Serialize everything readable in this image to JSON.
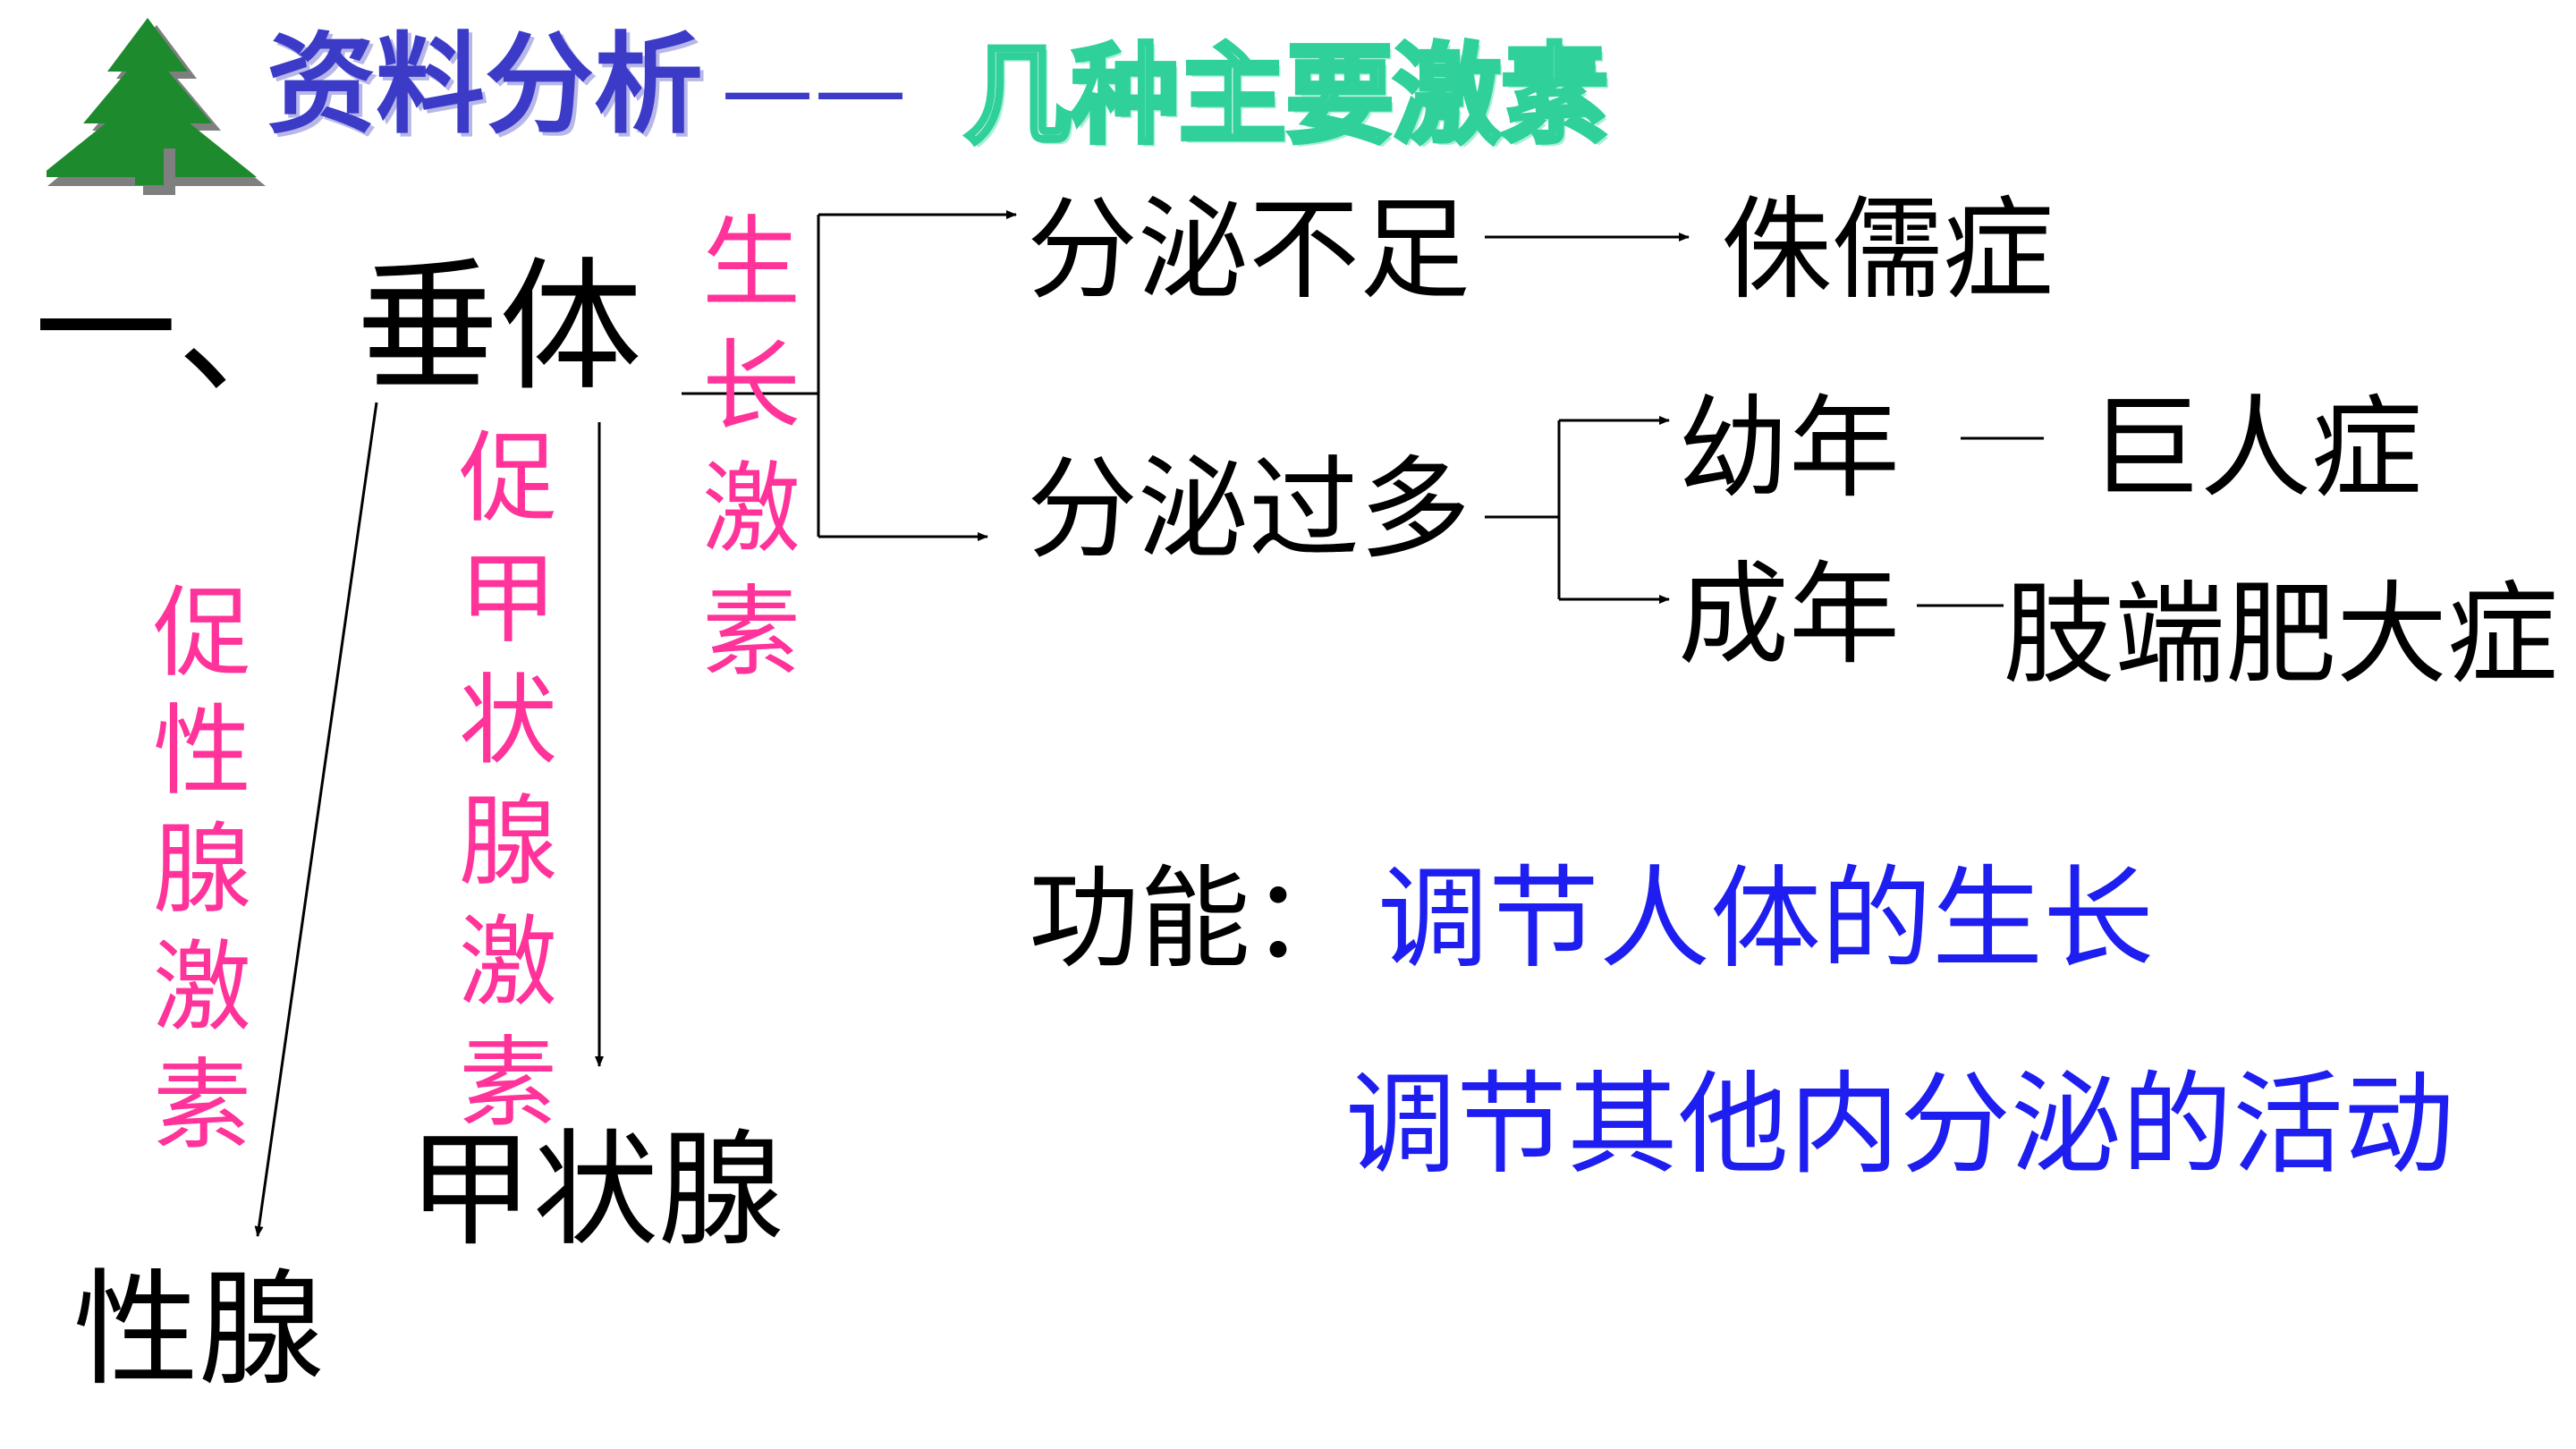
{
  "header": {
    "title_part1": "资料分析",
    "title_dash": "——",
    "title_part2": "几种主要激素",
    "colors": {
      "title1": "#3b3bc8",
      "title2": "#2fd09a",
      "tree": "#1e8a2e"
    }
  },
  "main": {
    "number": "一、",
    "gland": "垂体"
  },
  "hormones": {
    "growth": "生长激素",
    "tsh": "促甲状腺激素",
    "gonad": "促性腺激素"
  },
  "targets": {
    "thyroid": "甲状腺",
    "gonad": "性腺"
  },
  "deficit": {
    "label": "分泌不足",
    "result": "侏儒症"
  },
  "excess": {
    "label": "分泌过多",
    "child_label": "幼年",
    "child_result": "巨人症",
    "adult_label": "成年",
    "adult_result": "肢端肥大症"
  },
  "function": {
    "label": "功能：",
    "line1": "调节人体的生长",
    "line2": "调节其他内分泌的活动"
  },
  "colors": {
    "text": "#000000",
    "hormone": "#ff3399",
    "function_text": "#1e1ef0"
  }
}
